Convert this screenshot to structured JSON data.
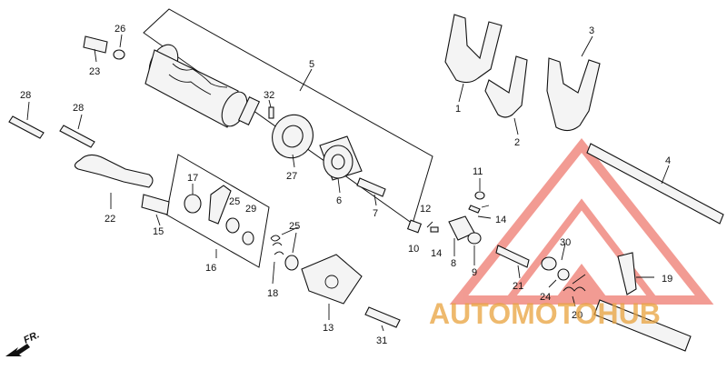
{
  "callouts": [
    {
      "id": "p1",
      "text": "1"
    },
    {
      "id": "p2",
      "text": "2"
    },
    {
      "id": "p3",
      "text": "3"
    },
    {
      "id": "p4",
      "text": "4"
    },
    {
      "id": "p5",
      "text": "5"
    },
    {
      "id": "p6",
      "text": "6"
    },
    {
      "id": "p7",
      "text": "7"
    },
    {
      "id": "p8",
      "text": "8"
    },
    {
      "id": "p9",
      "text": "9"
    },
    {
      "id": "p10",
      "text": "10"
    },
    {
      "id": "p11",
      "text": "11"
    },
    {
      "id": "p12",
      "text": "12"
    },
    {
      "id": "p13",
      "text": "13"
    },
    {
      "id": "p14a",
      "text": "14"
    },
    {
      "id": "p14b",
      "text": "14"
    },
    {
      "id": "p15",
      "text": "15"
    },
    {
      "id": "p16",
      "text": "16"
    },
    {
      "id": "p17",
      "text": "17"
    },
    {
      "id": "p18",
      "text": "18"
    },
    {
      "id": "p19",
      "text": "19"
    },
    {
      "id": "p20",
      "text": "20"
    },
    {
      "id": "p21",
      "text": "21"
    },
    {
      "id": "p22",
      "text": "22"
    },
    {
      "id": "p23",
      "text": "23"
    },
    {
      "id": "p24",
      "text": "24"
    },
    {
      "id": "p25a",
      "text": "25"
    },
    {
      "id": "p25b",
      "text": "25"
    },
    {
      "id": "p26",
      "text": "26"
    },
    {
      "id": "p27",
      "text": "27"
    },
    {
      "id": "p28a",
      "text": "28"
    },
    {
      "id": "p28b",
      "text": "28"
    },
    {
      "id": "p29",
      "text": "29"
    },
    {
      "id": "p30",
      "text": "30"
    },
    {
      "id": "p31",
      "text": "31"
    },
    {
      "id": "p32",
      "text": "32"
    }
  ],
  "direction": {
    "text": "FR."
  },
  "watermark": {
    "text": "AUTOMOTOHUB",
    "color": "#e84a3c"
  }
}
